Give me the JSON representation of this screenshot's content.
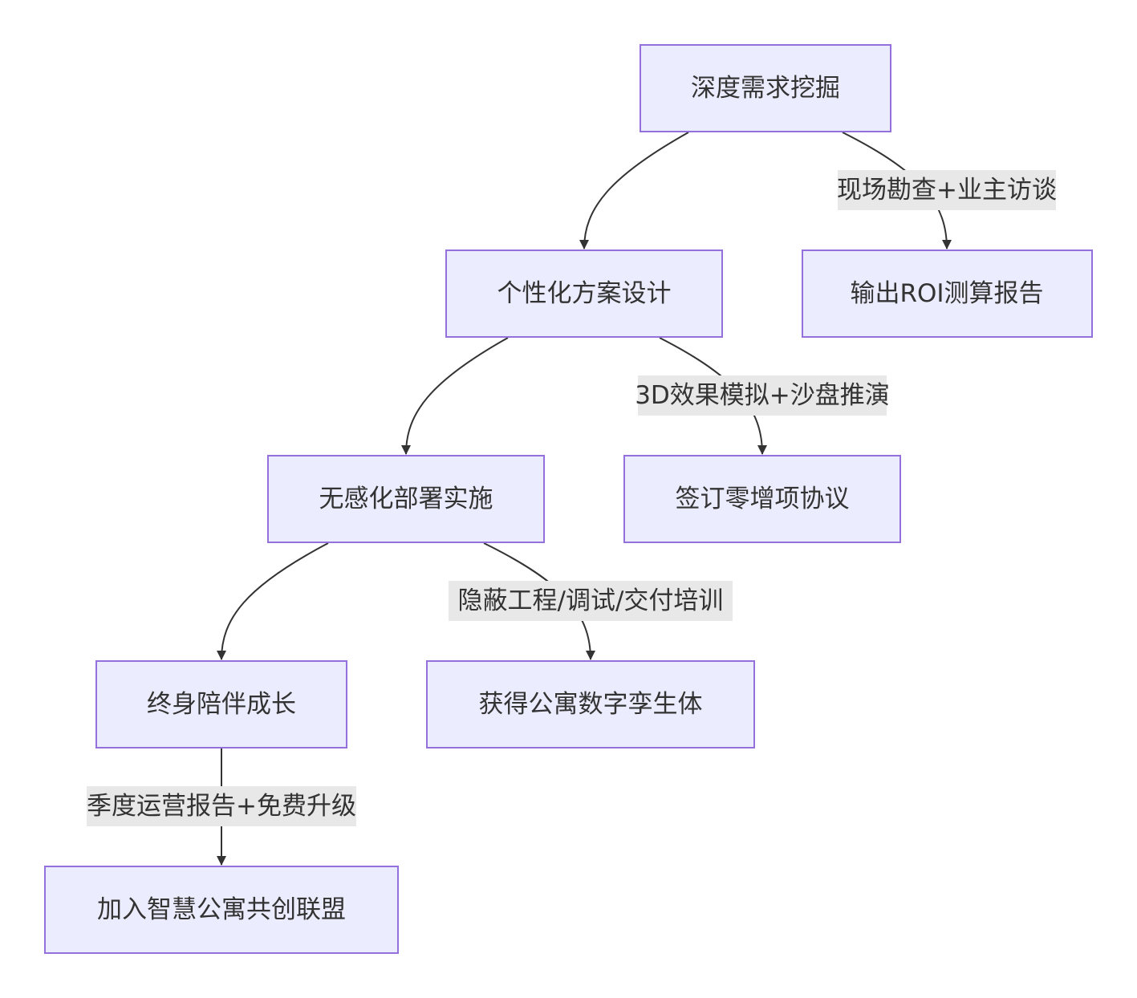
{
  "nodes": {
    "n1": "深度需求挖掘",
    "n2": "个性化方案设计",
    "n3": "输出ROI测算报告",
    "n4": "无感化部署实施",
    "n5": "签订零增项协议",
    "n6": "终身陪伴成长",
    "n7": "获得公寓数字孪生体",
    "n8": "加入智慧公寓共创联盟"
  },
  "edge_labels": {
    "e_n1_n3": "现场勘查+业主访谈",
    "e_n2_n5": "3D效果模拟+沙盘推演",
    "e_n4_n7": "隐蔽工程/调试/交付培训",
    "e_n6_n8": "季度运营报告+免费升级"
  },
  "colors": {
    "node_fill": "#ececff",
    "node_stroke": "#9370db",
    "edge": "#333333",
    "label_bg": "#e8e8e8",
    "text": "#333333"
  }
}
